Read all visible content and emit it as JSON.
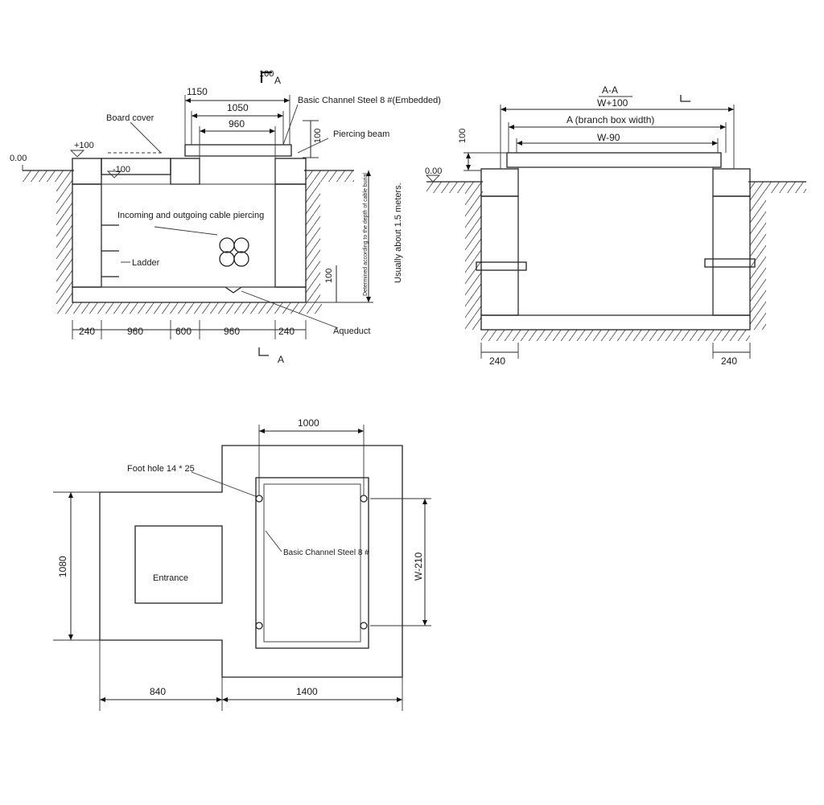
{
  "section_view": {
    "labels": {
      "board_cover": "Board cover",
      "basic_channel_steel": "Basic Channel Steel 8 #(Embedded)",
      "piercing_beam": "Piercing beam",
      "cable_piercing": "Incoming and outgoing cable piercing",
      "ladder": "Ladder",
      "aqueduct": "Aqueduct",
      "depth_note": "Determined according to the depth of cable burial",
      "usually_note": "Usually about 1.5 meters."
    },
    "elevations": {
      "ground": "0.00",
      "cover_top": "+100",
      "cover_bottom": "-100"
    },
    "section_mark": {
      "top_value": "100",
      "top_letter": "A",
      "bottom_letter": "A"
    },
    "dims_top": [
      "1150",
      "1050",
      "960"
    ],
    "dim_right": "100",
    "dim_pier": "100",
    "dims_bottom": [
      "240",
      "960",
      "600",
      "960",
      "240"
    ]
  },
  "aa_view": {
    "title": "A-A",
    "dims": [
      "W+100",
      "A (branch box width)",
      "W-90"
    ],
    "ground": "0.00",
    "dim_left": "100",
    "dims_bottom": [
      "240",
      "240"
    ]
  },
  "plan_view": {
    "labels": {
      "foot_hole": "Foot hole 14 * 25",
      "channel_steel": "Basic Channel Steel 8 #",
      "entrance": "Entrance"
    },
    "dim_top": "1000",
    "dim_left": "1080",
    "dim_right": "W-210",
    "dims_bottom": [
      "840",
      "1400"
    ]
  }
}
